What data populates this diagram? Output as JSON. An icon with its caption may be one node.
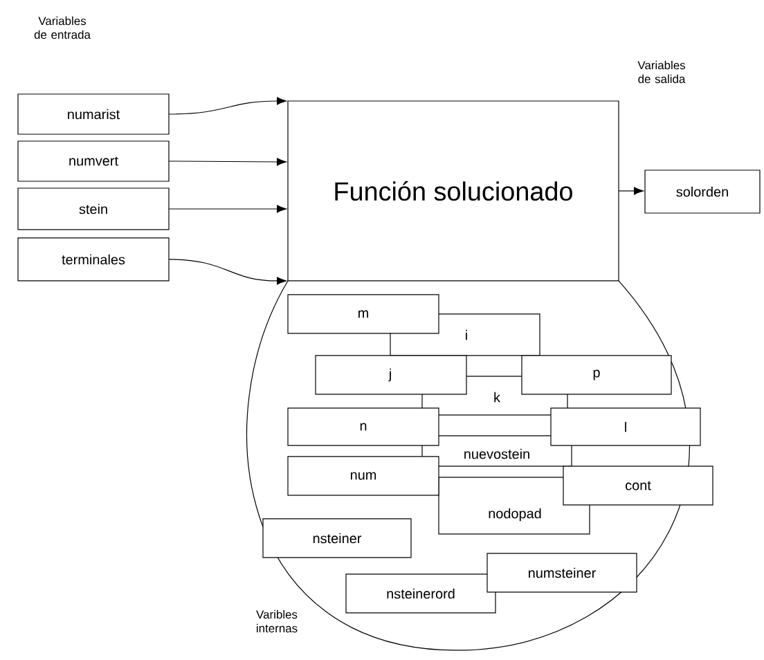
{
  "diagram": {
    "nodes": [
      {
        "text": [
          "numarist"
        ]
      },
      {
        "text": [
          "numvert"
        ]
      },
      {
        "text": [
          "stein"
        ]
      },
      {
        "text": [
          "terminales"
        ]
      },
      {
        "text": [
          "Función solucionado"
        ]
      },
      {
        "text": [
          "solorden"
        ]
      },
      {
        "text": [
          "Varibles internas"
        ]
      },
      {
        "text": [
          "i"
        ],
        "in": 6
      },
      {
        "text": [
          "nodopad"
        ],
        "in": 6
      },
      {
        "text": [
          "nuevostein"
        ],
        "in": 6
      },
      {
        "text": [
          "k"
        ],
        "in": 6
      },
      {
        "text": [
          "m"
        ],
        "in": 6
      },
      {
        "text": [
          "j"
        ],
        "in": 6
      },
      {
        "text": [
          "p"
        ],
        "in": 6
      },
      {
        "text": [
          "n"
        ],
        "in": 6
      },
      {
        "text": [
          "l"
        ],
        "in": 6
      },
      {
        "text": [
          "num"
        ],
        "in": 6
      },
      {
        "text": [
          "cont"
        ],
        "in": 6
      },
      {
        "text": [
          "nsteiner"
        ],
        "in": 6
      },
      {
        "text": [
          "nsteinerord"
        ],
        "in": 6
      },
      {
        "text": [
          "numsteiner"
        ],
        "in": 6
      }
    ],
    "edges": [
      {
        "from": 0,
        "to": 4,
        "arrow": "to"
      },
      {
        "from": 1,
        "to": 4,
        "arrow": "to"
      },
      {
        "from": 2,
        "to": 4,
        "arrow": "to"
      },
      {
        "from": 3,
        "to": 4,
        "arrow": "to"
      },
      {
        "from": 4,
        "to": 5,
        "arrow": "to"
      }
    ],
    "labels": [
      "Variables de entrada",
      "Variables de salida"
    ]
  }
}
